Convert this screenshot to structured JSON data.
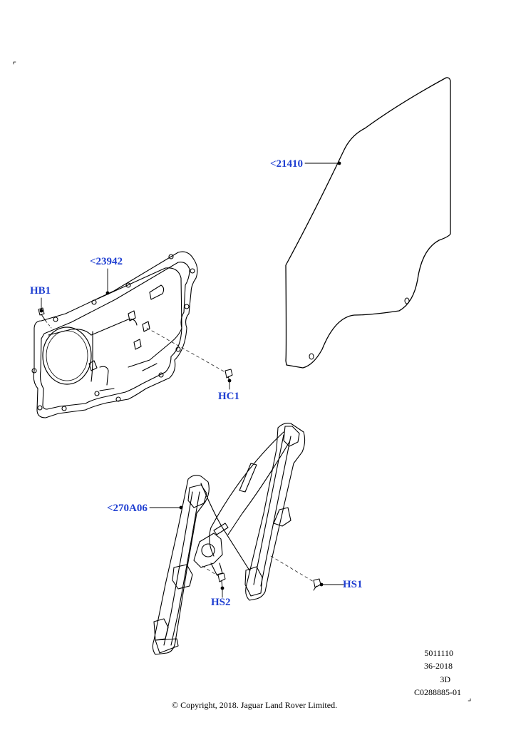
{
  "callouts": {
    "glass": "<21410",
    "panel": "<23942",
    "hb1": "HB1",
    "hc1": "HC1",
    "regulator": "<270A06",
    "hs1": "HS1",
    "hs2": "HS2"
  },
  "meta": {
    "line1": "5011110",
    "line2": "36-2018",
    "line3": "3D",
    "line4": "C0288885-01"
  },
  "copyright": "© Copyright, 2018. Jaguar Land Rover Limited.",
  "colors": {
    "callout": "#1f3fd1",
    "line": "#000000"
  }
}
